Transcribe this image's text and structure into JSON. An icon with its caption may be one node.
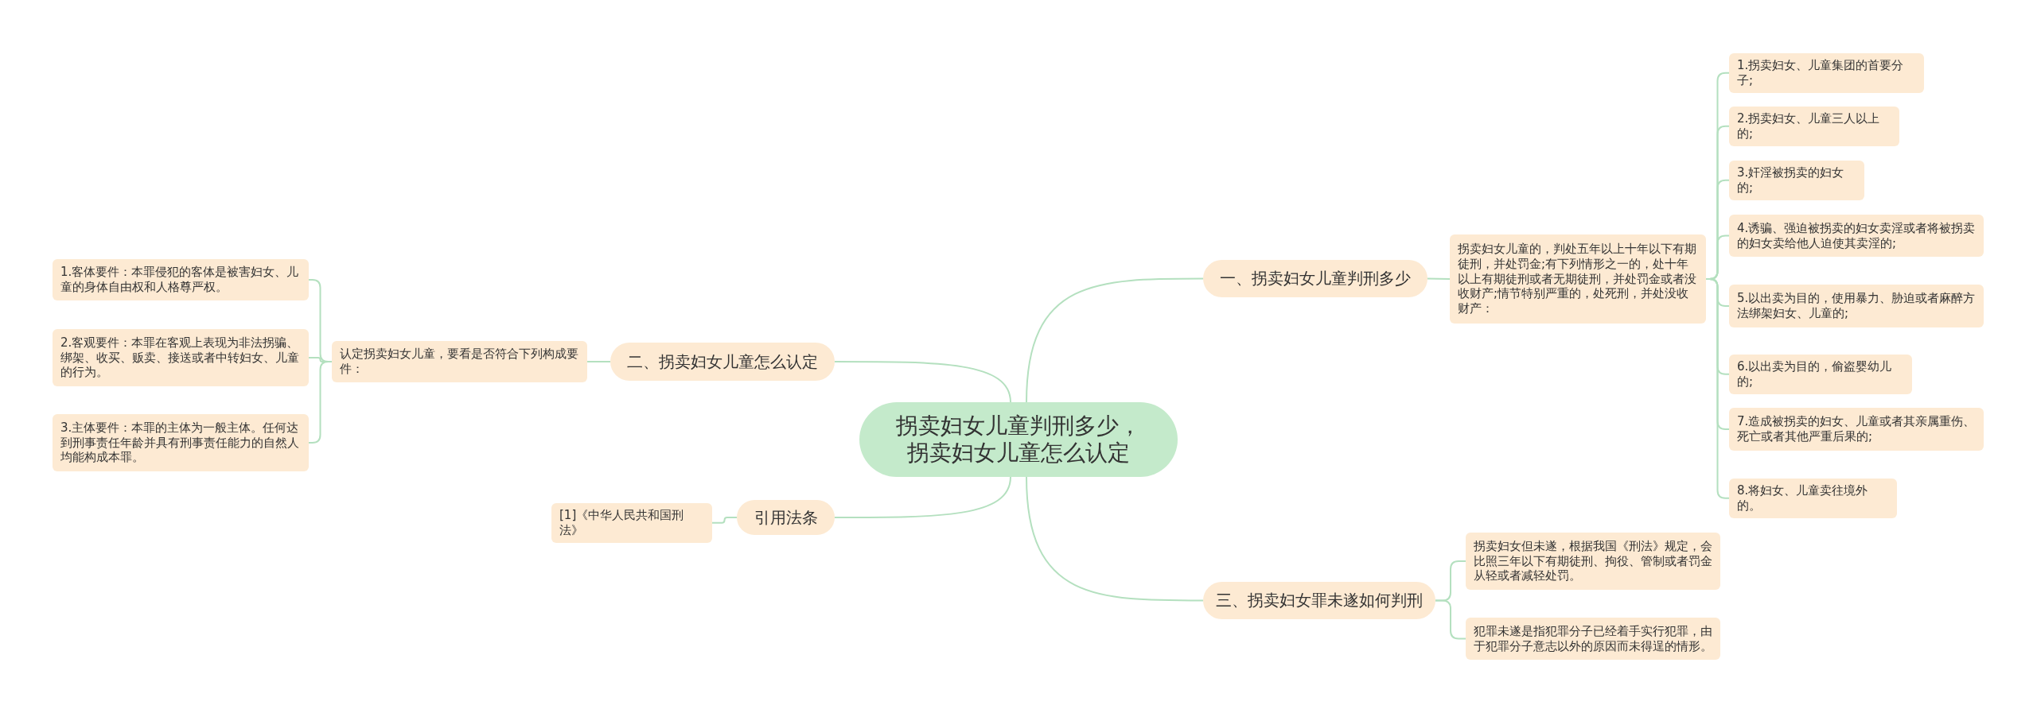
{
  "diagram": {
    "nodes": [
      {
        "text": [
          "拐卖妇女儿童判刑多少，拐卖妇女儿童怎么认定"
        ]
      },
      {
        "text": [
          "一、拐卖妇女儿童判刑多少"
        ]
      },
      {
        "text": [
          "拐卖妇女儿童的，判处五年以上十年以下有期徒刑，并处罚金;有下列情形之一的，处十年以上有期徒刑或者无期徒刑，并处罚金或者没收财产;情节特别严重的，处死刑，并处没收财产："
        ]
      },
      {
        "text": [
          "1.拐卖妇女、儿童集团的首要分子;"
        ]
      },
      {
        "text": [
          "2.拐卖妇女、儿童三人以上的;"
        ]
      },
      {
        "text": [
          "3.奸淫被拐卖的妇女的;"
        ]
      },
      {
        "text": [
          "4.诱骗、强迫被拐卖的妇女卖淫或者将被拐卖的妇女卖给他人迫使其卖淫的;"
        ]
      },
      {
        "text": [
          "5.以出卖为目的，使用暴力、胁迫或者麻醉方法绑架妇女、儿童的;"
        ]
      },
      {
        "text": [
          "6.以出卖为目的，偷盗婴幼儿的;"
        ]
      },
      {
        "text": [
          "7.造成被拐卖的妇女、儿童或者其亲属重伤、死亡或者其他严重后果的;"
        ]
      },
      {
        "text": [
          "8.将妇女、儿童卖往境外的。"
        ]
      },
      {
        "text": [
          "二、拐卖妇女儿童怎么认定"
        ]
      },
      {
        "text": [
          "认定拐卖妇女儿童，要看是否符合下列构成要件："
        ]
      },
      {
        "text": [
          "1.客体要件：本罪侵犯的客体是被害妇女、儿童的身体自由权和人格尊严权。"
        ]
      },
      {
        "text": [
          "2.客观要件：本罪在客观上表现为非法拐骗、绑架、收买、贩卖、接送或者中转妇女、儿童的行为。"
        ]
      },
      {
        "text": [
          "3.主体要件：本罪的主体为一般主体。任何达到刑事责任年龄并具有刑事责任能力的自然人均能构成本罪。"
        ]
      },
      {
        "text": [
          "引用法条"
        ]
      },
      {
        "text": [
          "[1]《中华人民共和国刑法》"
        ]
      },
      {
        "text": [
          "三、拐卖妇女罪未遂如何判刑"
        ]
      },
      {
        "text": [
          "拐卖妇女但未遂，根据我国《刑法》规定，会比照三年以下有期徒刑、拘役、管制或者罚金从轻或者减轻处罚。"
        ]
      },
      {
        "text": [
          "犯罪未遂是指犯罪分子已经着手实行犯罪，由于犯罪分子意志以外的原因而未得逞的情形。"
        ]
      }
    ],
    "edges": [
      {
        "from": 0,
        "to": 1,
        "arrow": "none"
      },
      {
        "from": 1,
        "to": 2,
        "arrow": "none"
      },
      {
        "from": 2,
        "to": 3,
        "arrow": "none"
      },
      {
        "from": 2,
        "to": 4,
        "arrow": "none"
      },
      {
        "from": 2,
        "to": 5,
        "arrow": "none"
      },
      {
        "from": 2,
        "to": 6,
        "arrow": "none"
      },
      {
        "from": 2,
        "to": 7,
        "arrow": "none"
      },
      {
        "from": 2,
        "to": 8,
        "arrow": "none"
      },
      {
        "from": 2,
        "to": 9,
        "arrow": "none"
      },
      {
        "from": 2,
        "to": 10,
        "arrow": "none"
      },
      {
        "from": 0,
        "to": 11,
        "arrow": "none"
      },
      {
        "from": 11,
        "to": 12,
        "arrow": "none"
      },
      {
        "from": 12,
        "to": 13,
        "arrow": "none"
      },
      {
        "from": 12,
        "to": 14,
        "arrow": "none"
      },
      {
        "from": 12,
        "to": 15,
        "arrow": "none"
      },
      {
        "from": 0,
        "to": 16,
        "arrow": "none"
      },
      {
        "from": 16,
        "to": 17,
        "arrow": "none"
      },
      {
        "from": 0,
        "to": 18,
        "arrow": "none"
      },
      {
        "from": 18,
        "to": 19,
        "arrow": "none"
      },
      {
        "from": 18,
        "to": 20,
        "arrow": "none"
      }
    ]
  }
}
